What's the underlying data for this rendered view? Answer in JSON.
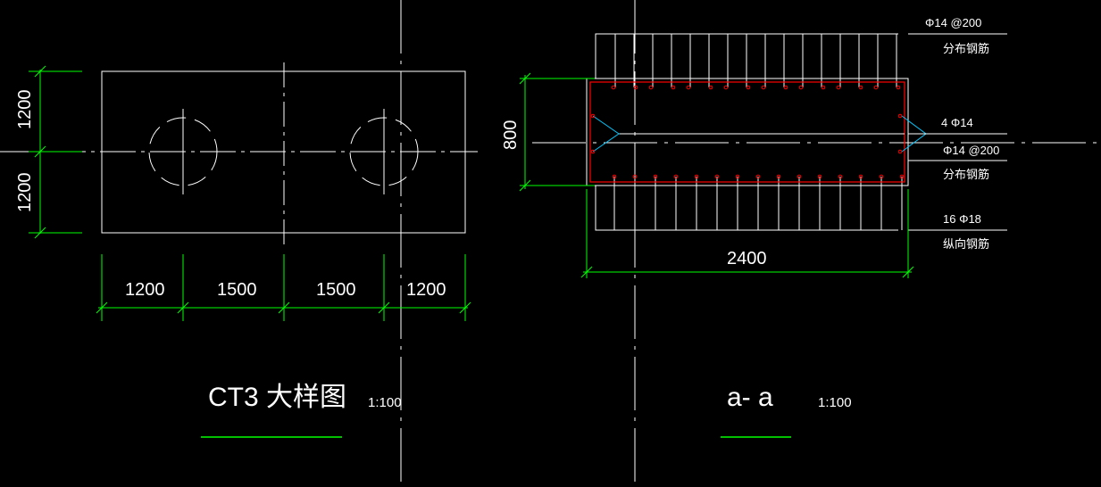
{
  "plan": {
    "dims_h": [
      "1200",
      "1500",
      "1500",
      "1200"
    ],
    "dims_v": [
      "1200",
      "1200"
    ],
    "title": "CT3 大样图",
    "scale": "1:100"
  },
  "section": {
    "dim_width": "2400",
    "dim_height": "800",
    "title": "a- a",
    "scale": "1:100",
    "notes": {
      "top_dist_bar": "Φ14 @200",
      "top_dist_label": "分布钢筋",
      "side_bar": "4 Φ14",
      "mid_dist_bar": "Φ14 @200",
      "mid_dist_label": "分布钢筋",
      "long_bar": "16 Φ18",
      "long_label": "纵向钢筋"
    }
  },
  "colors": {
    "background": "#000000",
    "outline": "#ffffff",
    "dimension": "#00ff00",
    "rebar": "#ff0000",
    "tie": "#00c8ff"
  }
}
